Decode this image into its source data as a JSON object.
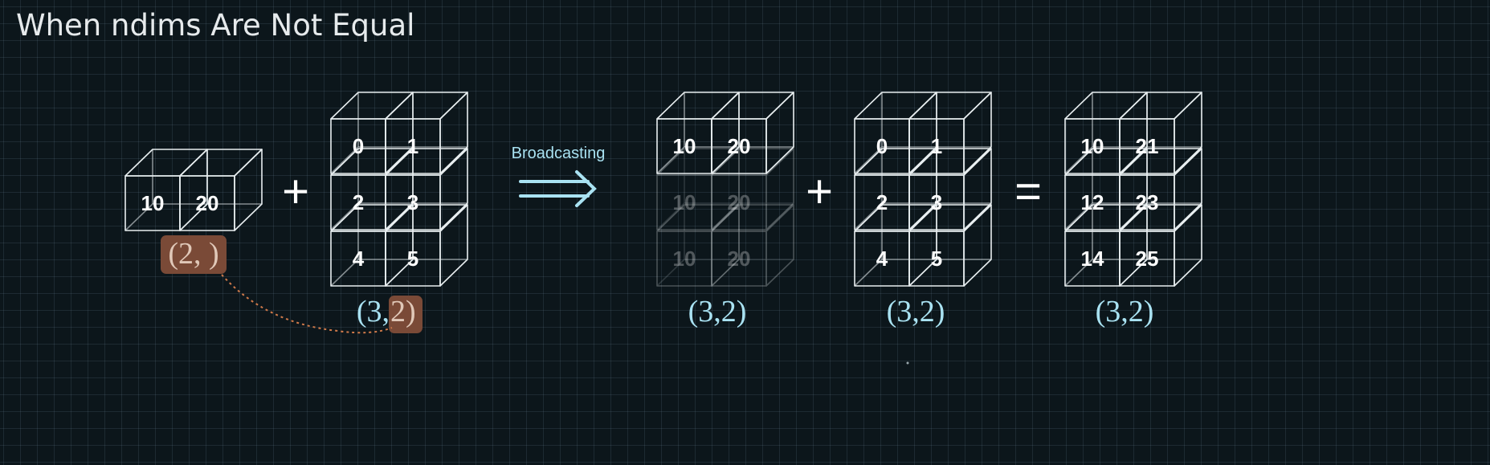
{
  "title": "When ndims Are Not Equal",
  "colors": {
    "background": "#0c161b",
    "cube_line": "#e8eef0",
    "text": "#ffffff",
    "shape_label": "#a9e2f2",
    "highlight": "#7a4a37",
    "highlight_text": "#e0c8b8",
    "arrow": "#a9e2f2",
    "connector": "#d07a4a"
  },
  "arrow_label": "Broadcasting",
  "operators": {
    "plus": "+",
    "equals": "="
  },
  "arrays": {
    "a": {
      "values": [
        [
          "10",
          "20"
        ]
      ],
      "shape_text": "(2, )"
    },
    "b": {
      "values": [
        [
          "0",
          "1"
        ],
        [
          "2",
          "3"
        ],
        [
          "4",
          "5"
        ]
      ],
      "shape_prefix": "(3,",
      "shape_highlight": "2)"
    },
    "a_broadcast": {
      "values": [
        [
          "10",
          "20"
        ],
        [
          "10",
          "20"
        ],
        [
          "10",
          "20"
        ]
      ],
      "faded_rows": [
        1,
        2
      ],
      "shape_text": "(3,2)"
    },
    "b_copy": {
      "values": [
        [
          "0",
          "1"
        ],
        [
          "2",
          "3"
        ],
        [
          "4",
          "5"
        ]
      ],
      "shape_text": "(3,2)"
    },
    "result": {
      "values": [
        [
          "10",
          "21"
        ],
        [
          "12",
          "23"
        ],
        [
          "14",
          "25"
        ]
      ],
      "shape_text": "(3,2)"
    }
  }
}
